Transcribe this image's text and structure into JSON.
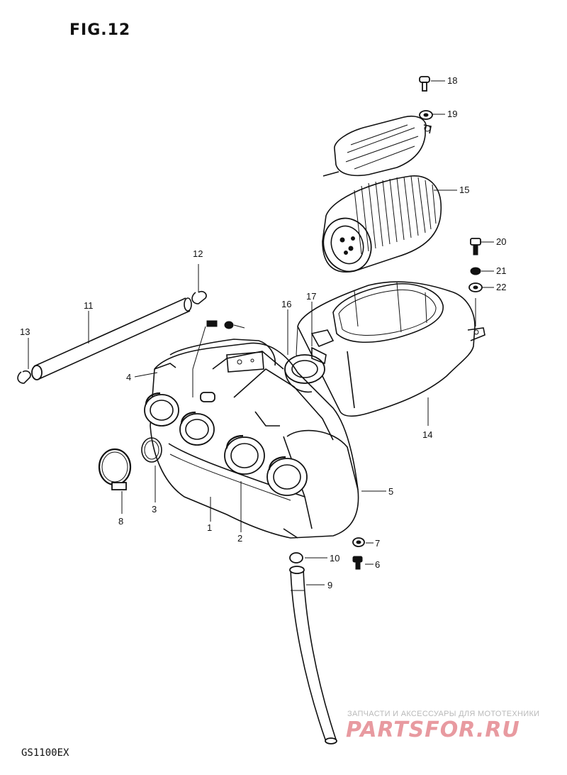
{
  "figure": {
    "title": "FIG.12",
    "model": "GS1100EX"
  },
  "callouts": [
    {
      "id": "1",
      "label": "1"
    },
    {
      "id": "2",
      "label": "2"
    },
    {
      "id": "3",
      "label": "3"
    },
    {
      "id": "4",
      "label": "4"
    },
    {
      "id": "5",
      "label": "5"
    },
    {
      "id": "6",
      "label": "6"
    },
    {
      "id": "7",
      "label": "7"
    },
    {
      "id": "8",
      "label": "8"
    },
    {
      "id": "9",
      "label": "9"
    },
    {
      "id": "10",
      "label": "10"
    },
    {
      "id": "11",
      "label": "11"
    },
    {
      "id": "12",
      "label": "12"
    },
    {
      "id": "13",
      "label": "13"
    },
    {
      "id": "14",
      "label": "14"
    },
    {
      "id": "15",
      "label": "15"
    },
    {
      "id": "16",
      "label": "16"
    },
    {
      "id": "17",
      "label": "17"
    },
    {
      "id": "18",
      "label": "18"
    },
    {
      "id": "19",
      "label": "19"
    },
    {
      "id": "20",
      "label": "20"
    },
    {
      "id": "21",
      "label": "21"
    },
    {
      "id": "22",
      "label": "22"
    }
  ],
  "watermark": {
    "tagline": "ЗАПЧАСТИ И АКСЕССУАРЫ ДЛЯ МОТОТЕХНИКИ",
    "logo": "PARTSFOR.RU",
    "logo_color": "#e89aa0"
  },
  "colors": {
    "ink": "#111111",
    "background": "#ffffff",
    "watermark_gray": "#b9b9b9"
  }
}
